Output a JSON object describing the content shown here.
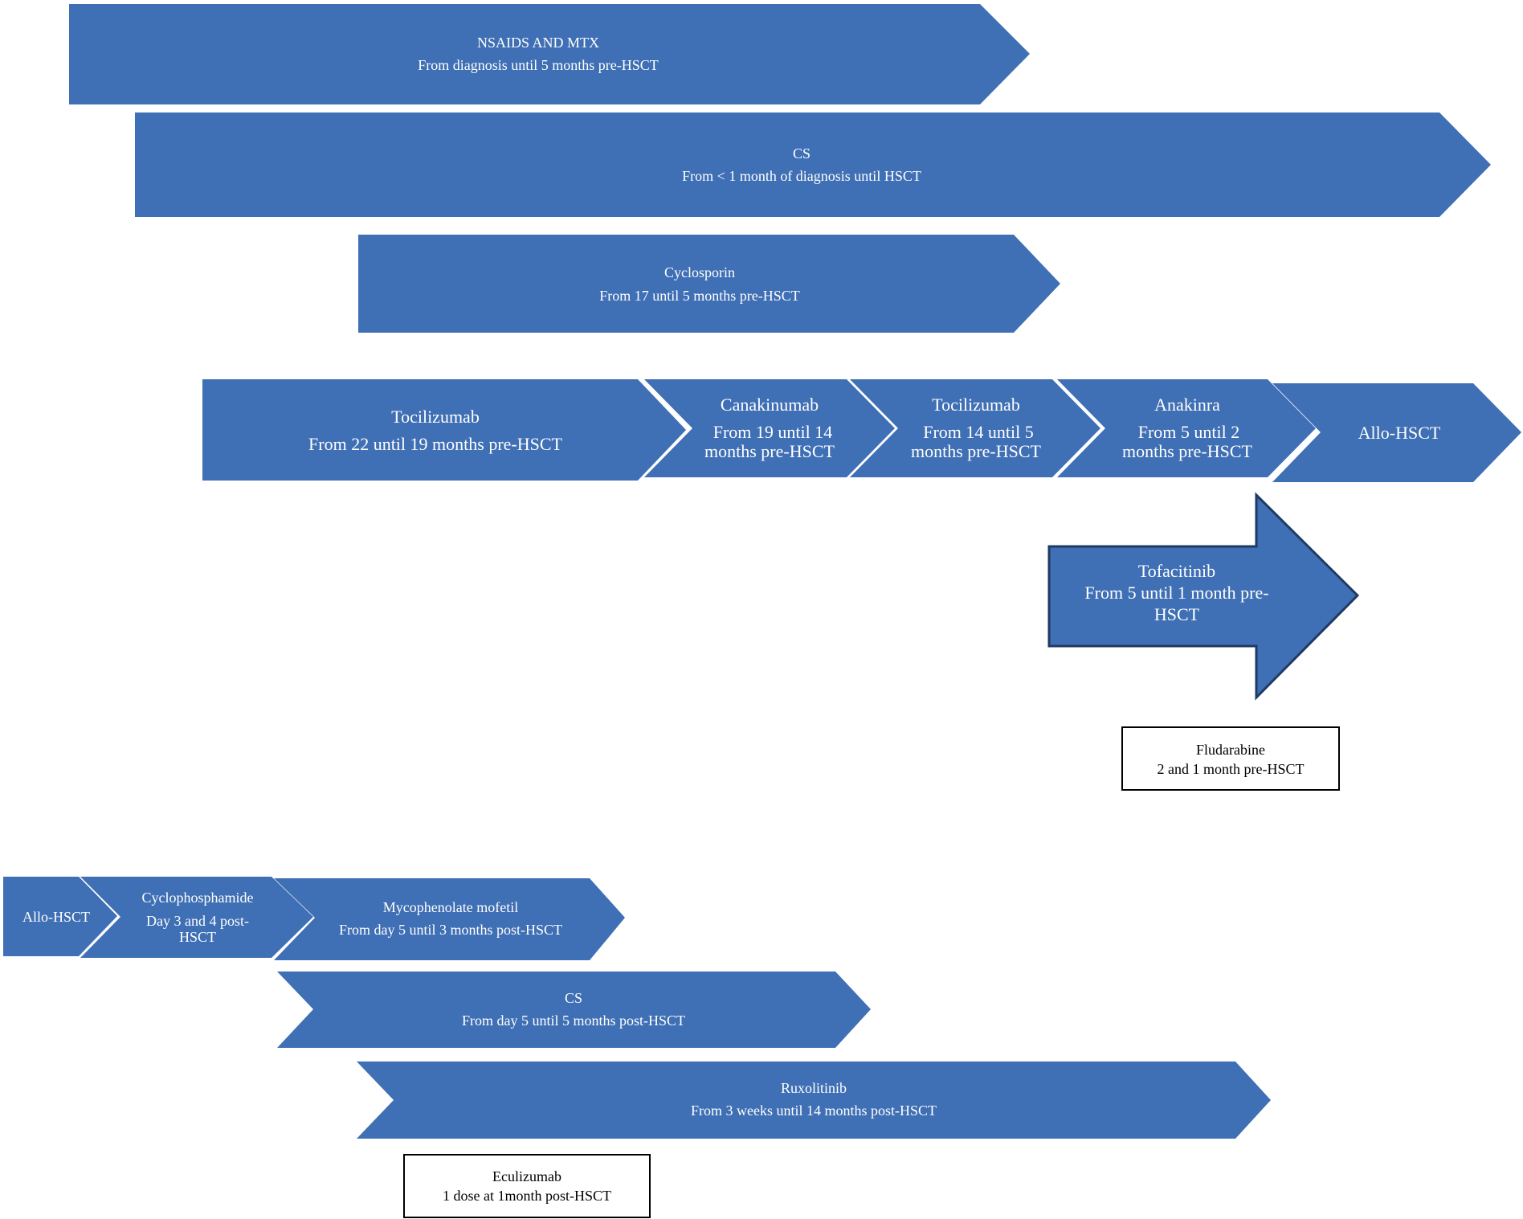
{
  "colors": {
    "arrow_fill": "#3f6fb4",
    "arrow_border": "#1f3a63",
    "box_border": "#000000",
    "text_on_arrow": "#ffffff"
  },
  "pre": {
    "nsaids": {
      "title": "NSAIDS AND MTX",
      "detail": "From diagnosis until 5 months pre-HSCT"
    },
    "cs": {
      "title": "CS",
      "detail": "From < 1 month of diagnosis until HSCT"
    },
    "cyclosporin": {
      "title": "Cyclosporin",
      "detail": "From 17 until 5 months pre-HSCT"
    },
    "chain": [
      {
        "title": "Tocilizumab",
        "lines": [
          "From 22 until 19 months pre-HSCT"
        ]
      },
      {
        "title": "Canakinumab",
        "lines": [
          "From 19 until 14",
          "months pre-HSCT"
        ]
      },
      {
        "title": "Tocilizumab",
        "lines": [
          "From 14 until 5",
          "months pre-HSCT"
        ]
      },
      {
        "title": "Anakinra",
        "lines": [
          "From 5 until  2",
          "months pre-HSCT"
        ]
      },
      {
        "title": "Allo-HSCT",
        "lines": []
      }
    ],
    "tofacitinib": {
      "title": "Tofacitinib",
      "lines": [
        "From 5 until 1 month pre-",
        "HSCT"
      ]
    },
    "fludarabine": {
      "title": "Fludarabine",
      "detail": "2 and 1 month pre-HSCT"
    }
  },
  "post": {
    "chain": [
      {
        "title": "Allo-HSCT",
        "lines": []
      },
      {
        "title": "Cyclophosphamide",
        "lines": [
          "Day 3 and 4 post-",
          "HSCT"
        ]
      },
      {
        "title": "Mycophenolate mofetil",
        "lines": [
          "From day 5 until 3 months post-HSCT"
        ]
      }
    ],
    "cs": {
      "title": "CS",
      "detail": "From day 5 until 5 months post-HSCT"
    },
    "ruxolitinib": {
      "title": "Ruxolitinib",
      "detail": "From 3 weeks until 14 months post-HSCT"
    },
    "eculizumab": {
      "title": "Eculizumab",
      "detail": "1 dose at 1month post-HSCT"
    }
  }
}
